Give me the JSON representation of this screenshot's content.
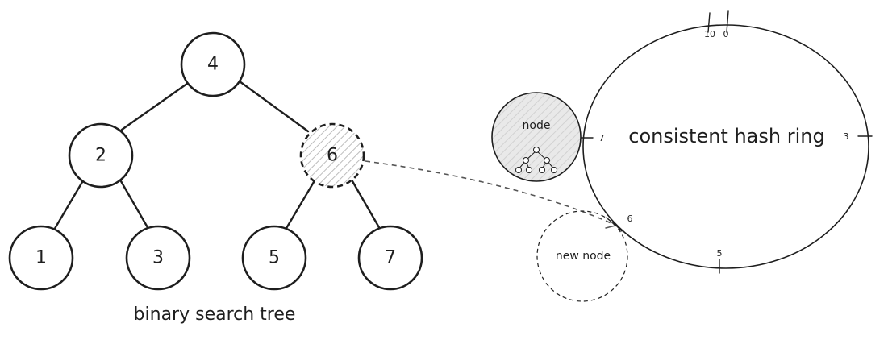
{
  "bst": {
    "caption": "binary search tree",
    "nodes": [
      {
        "id": "n4",
        "label": "4"
      },
      {
        "id": "n2",
        "label": "2"
      },
      {
        "id": "n6",
        "label": "6",
        "highlighted": true
      },
      {
        "id": "n1",
        "label": "1"
      },
      {
        "id": "n3",
        "label": "3"
      },
      {
        "id": "n5",
        "label": "5"
      },
      {
        "id": "n7",
        "label": "7"
      }
    ],
    "edges": [
      [
        "n4",
        "n2"
      ],
      [
        "n4",
        "n6"
      ],
      [
        "n2",
        "n1"
      ],
      [
        "n2",
        "n3"
      ],
      [
        "n6",
        "n5"
      ],
      [
        "n6",
        "n7"
      ]
    ]
  },
  "ring": {
    "title": "consistent hash ring",
    "positions": [
      {
        "label": "10"
      },
      {
        "label": "0"
      },
      {
        "label": "3"
      },
      {
        "label": "5"
      },
      {
        "label": "6"
      },
      {
        "label": "7"
      }
    ],
    "existing_node_label": "node",
    "new_node_label": "new node"
  },
  "colors": {
    "ink": "#1e1e1e",
    "node_fill": "#e9e9e9",
    "hatch": "#bdbdbd",
    "dashed": "#555555"
  }
}
